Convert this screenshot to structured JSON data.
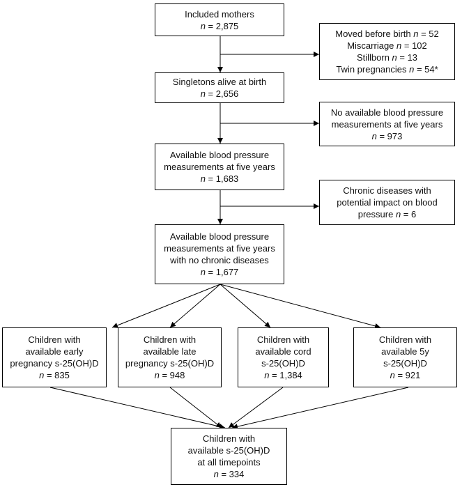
{
  "nodes": {
    "included": {
      "lines": [
        "Included mothers"
      ],
      "n": "2,875"
    },
    "excluded1": {
      "lines": [
        "Moved before birth n = 52",
        "Miscarriage n = 102",
        "Stillborn n = 13",
        "Twin pregnancies n = 54*"
      ]
    },
    "singletons": {
      "lines": [
        "Singletons alive at birth"
      ],
      "n": "2,656"
    },
    "excluded2": {
      "lines": [
        "No available blood pressure",
        "measurements at five years"
      ],
      "n": "973"
    },
    "available_bp": {
      "lines": [
        "Available blood pressure",
        "measurements at five years"
      ],
      "n": "1,683"
    },
    "excluded3": {
      "lines": [
        "Chronic diseases with",
        "potential impact on blood"
      ],
      "last": "pressure",
      "n": "6"
    },
    "no_chronic": {
      "lines": [
        "Available blood pressure",
        "measurements at five years",
        "with no chronic diseases"
      ],
      "n": "1,677"
    },
    "early": {
      "lines": [
        "Children with",
        "available early",
        "pregnancy s-25(OH)D"
      ],
      "n": "835"
    },
    "late": {
      "lines": [
        "Children with",
        "available late",
        "pregnancy s-25(OH)D"
      ],
      "n": "948"
    },
    "cord": {
      "lines": [
        "Children with",
        "available cord",
        "s-25(OH)D"
      ],
      "n": "1,384"
    },
    "fivey": {
      "lines": [
        "Children with",
        "available 5y",
        "s-25(OH)D"
      ],
      "n": "921"
    },
    "all": {
      "lines": [
        "Children with",
        "available s-25(OH)D",
        "at all timepoints"
      ],
      "n": "334"
    }
  }
}
